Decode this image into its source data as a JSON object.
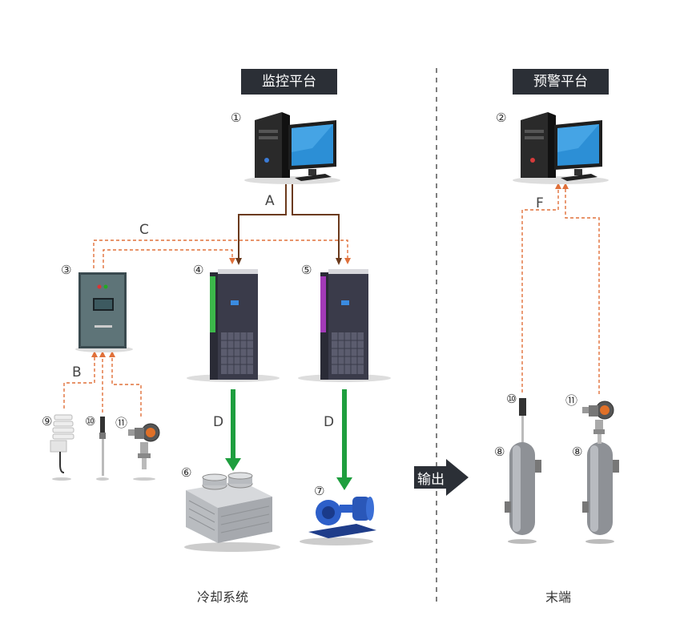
{
  "panels": {
    "monitor_title": "监控平台",
    "warning_title": "预警平台"
  },
  "labels": {
    "n1": "①",
    "n2": "②",
    "n3": "③",
    "n4": "④",
    "n5": "⑤",
    "n6": "⑥",
    "n7": "⑦",
    "n8a": "⑧",
    "n8b": "⑧",
    "n9": "⑨",
    "n10a": "⑩",
    "n10b": "⑩",
    "n11a": "⑪",
    "n11b": "⑪"
  },
  "connections": {
    "A": "A",
    "B": "B",
    "C": "C",
    "D1": "D",
    "D2": "D",
    "F": "F"
  },
  "output_label": "输出",
  "captions": {
    "cooling": "冷却系统",
    "terminal": "末端"
  }
}
